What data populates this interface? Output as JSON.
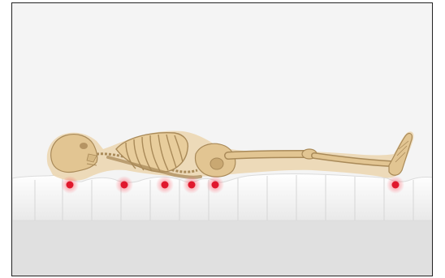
{
  "scene": {
    "subject": "skeleton-lying-on-mattress",
    "colors": {
      "background": "#f4f4f4",
      "mattress": "#eeeeee",
      "mattress_lines": "#d8d8d8",
      "floor": "#e0e0e0",
      "body_silhouette": "#ecd7b3",
      "bone_fill": "#e2c592",
      "bone_stroke": "#a98a59",
      "pressure_point": "#e0182d"
    },
    "pressure_points": [
      {
        "name": "head-pressure-point"
      },
      {
        "name": "shoulder-pressure-point"
      },
      {
        "name": "back-pressure-point"
      },
      {
        "name": "pelvis-pressure-point"
      },
      {
        "name": "hip-pressure-point"
      },
      {
        "name": "heel-pressure-point"
      }
    ]
  }
}
